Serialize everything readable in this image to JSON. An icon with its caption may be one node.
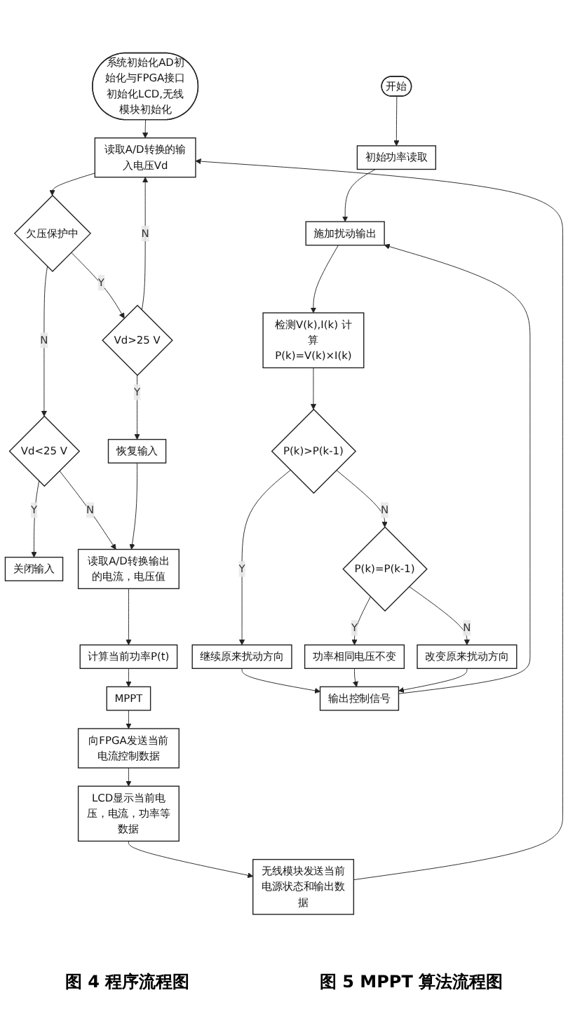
{
  "diagram": {
    "nodes": [
      {
        "text": [
          "系统初始化AD初始化与FPGA接口初始化LCD,无线模块初始化"
        ]
      },
      {
        "text": [
          "读取A/D转换的输入电压Vd"
        ]
      },
      {
        "text": [
          "欠压保护中"
        ]
      },
      {
        "text": [
          "Vd>25 V"
        ]
      },
      {
        "text": [
          "Vd<25 V"
        ]
      },
      {
        "text": [
          "恢复输入"
        ]
      },
      {
        "text": [
          "关闭输入"
        ]
      },
      {
        "text": [
          "读取A/D转换输出的电流，电压值"
        ]
      },
      {
        "text": [
          "计算当前功率P(t)"
        ]
      },
      {
        "text": [
          "MPPT"
        ]
      },
      {
        "text": [
          "向FPGA发送当前电流控制数据"
        ]
      },
      {
        "text": [
          "LCD显示当前电压，电流，功率等数据"
        ]
      },
      {
        "text": [
          "无线模块发送当前电源状态和输出数据"
        ]
      },
      {
        "text": [
          "开始"
        ]
      },
      {
        "text": [
          "初始功率读取"
        ]
      },
      {
        "text": [
          "施加扰动输出"
        ]
      },
      {
        "text": [
          "检测V(k),I(k) 计算P(k)=V(k)×I(k)"
        ]
      },
      {
        "text": [
          "P(k)>P(k-1)"
        ]
      },
      {
        "text": [
          "P(k)=P(k-1)"
        ]
      },
      {
        "text": [
          "继续原来扰动方向"
        ]
      },
      {
        "text": [
          "功率相同电压不变"
        ]
      },
      {
        "text": [
          "改变原来扰动方向"
        ]
      },
      {
        "text": [
          "输出控制信号"
        ]
      }
    ],
    "edges": [
      {
        "from": 0,
        "to": 1,
        "arrow": "to"
      },
      {
        "from": 1,
        "to": 2,
        "arrow": "to"
      },
      {
        "from": 2,
        "to": 3,
        "label": "Y",
        "arrow": "to"
      },
      {
        "from": 2,
        "to": 4,
        "label": "N",
        "arrow": "to"
      },
      {
        "from": 3,
        "to": 1,
        "label": "N",
        "arrow": "to"
      },
      {
        "from": 3,
        "to": 5,
        "label": "Y",
        "arrow": "to"
      },
      {
        "from": 4,
        "to": 6,
        "label": "Y",
        "arrow": "to"
      },
      {
        "from": 4,
        "to": 7,
        "label": "N",
        "arrow": "to"
      },
      {
        "from": 5,
        "to": 7,
        "arrow": "to"
      },
      {
        "from": 7,
        "to": 8,
        "arrow": "to"
      },
      {
        "from": 8,
        "to": 9,
        "arrow": "to"
      },
      {
        "from": 9,
        "to": 10,
        "arrow": "to"
      },
      {
        "from": 10,
        "to": 11,
        "arrow": "to"
      },
      {
        "from": 11,
        "to": 12,
        "arrow": "to"
      },
      {
        "from": 12,
        "to": 1,
        "arrow": "to"
      },
      {
        "from": 13,
        "to": 14,
        "arrow": "to"
      },
      {
        "from": 14,
        "to": 15,
        "arrow": "to"
      },
      {
        "from": 15,
        "to": 16,
        "arrow": "to"
      },
      {
        "from": 16,
        "to": 17,
        "arrow": "to"
      },
      {
        "from": 17,
        "to": 19,
        "label": "Y",
        "arrow": "to"
      },
      {
        "from": 17,
        "to": 18,
        "label": "N",
        "arrow": "to"
      },
      {
        "from": 18,
        "to": 20,
        "label": "Y",
        "arrow": "to"
      },
      {
        "from": 18,
        "to": 21,
        "label": "N",
        "arrow": "to"
      },
      {
        "from": 19,
        "to": 22,
        "arrow": "to"
      },
      {
        "from": 20,
        "to": 22,
        "arrow": "to"
      },
      {
        "from": 21,
        "to": 22,
        "arrow": "to"
      },
      {
        "from": 22,
        "to": 15,
        "arrow": "to"
      }
    ],
    "labels": [
      "图 4 程序流程图",
      "图 5 MPPT 算法流程图"
    ]
  }
}
